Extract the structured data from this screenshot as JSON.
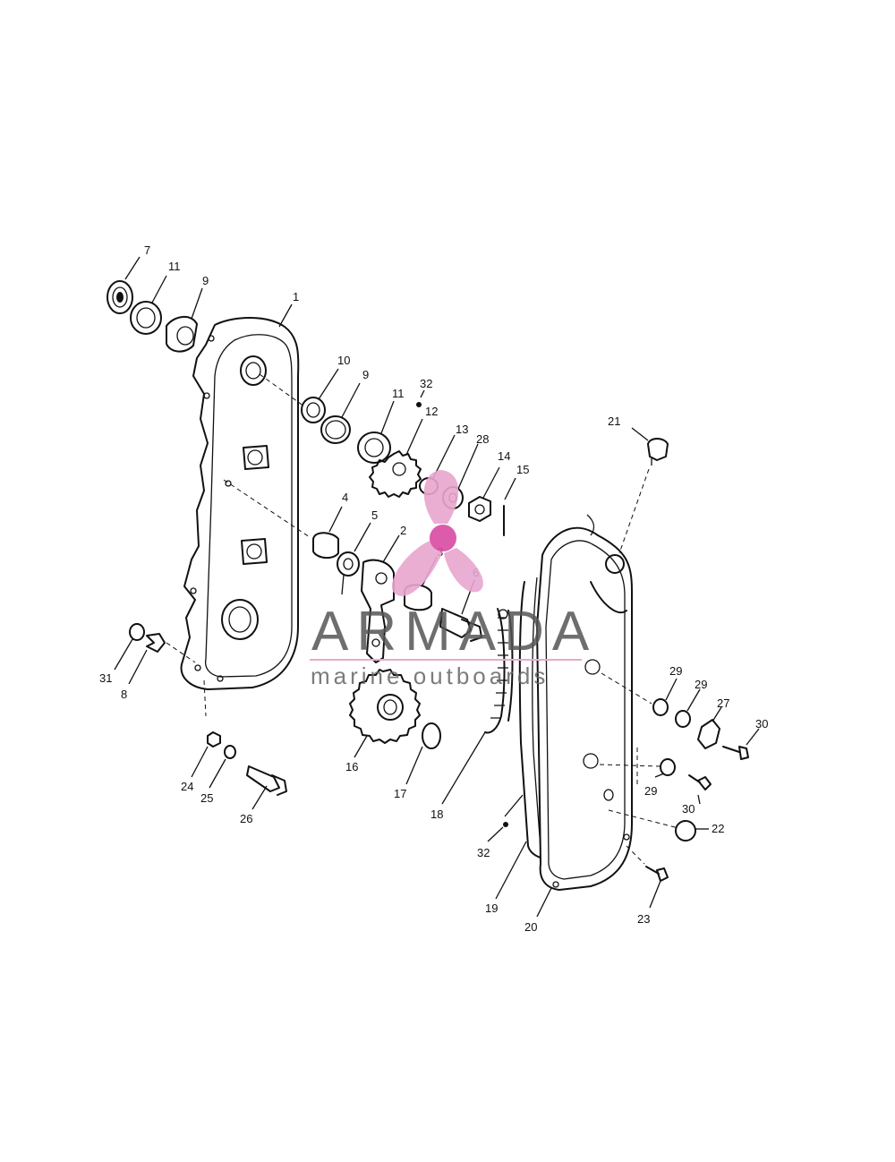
{
  "diagram": {
    "part_labels": {
      "p1": "1",
      "p2": "2",
      "p3": "3",
      "p4": "4",
      "p5": "5",
      "p6": "6",
      "p7": "7",
      "p8": "8",
      "p9a": "9",
      "p9b": "9",
      "p10": "10",
      "p11a": "11",
      "p11b": "11",
      "p12": "12",
      "p13": "13",
      "p14": "14",
      "p15": "15",
      "p16": "16",
      "p17": "17",
      "p18": "18",
      "p19": "19",
      "p20": "20",
      "p21": "21",
      "p22": "22",
      "p23": "23",
      "p24": "24",
      "p25": "25",
      "p26": "26",
      "p27": "27",
      "p28": "28",
      "p29a": "29",
      "p29b": "29",
      "p29c": "29",
      "p30a": "30",
      "p30b": "30",
      "p31": "31",
      "p32a": "32",
      "p32b": "32"
    }
  },
  "watermark": {
    "title": "ARMADA",
    "subtitle": "marine outboards",
    "logo_color": "#e8a6cf",
    "logo_center_color": "#d94aa3",
    "underline_color": "#e9a9cf"
  }
}
